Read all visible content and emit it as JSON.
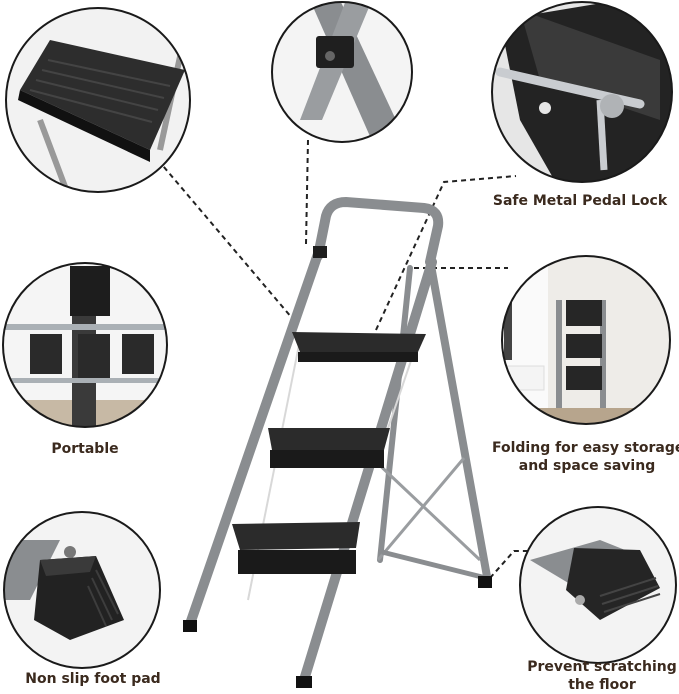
{
  "captions": {
    "pedal_lock": "Safe Metal Pedal Lock",
    "portable": "Portable",
    "folding_line1": "Folding for easy storage",
    "folding_line2": "and space saving",
    "foot_pad": "Non slip foot pad",
    "scratch_line1": "Prevent scratching",
    "scratch_line2": "the floor"
  },
  "colors": {
    "frame": "#8a8d90",
    "step": "#2a2a2a",
    "caption_text": "#3b2a1e",
    "circle_border": "#1a1a1a"
  }
}
